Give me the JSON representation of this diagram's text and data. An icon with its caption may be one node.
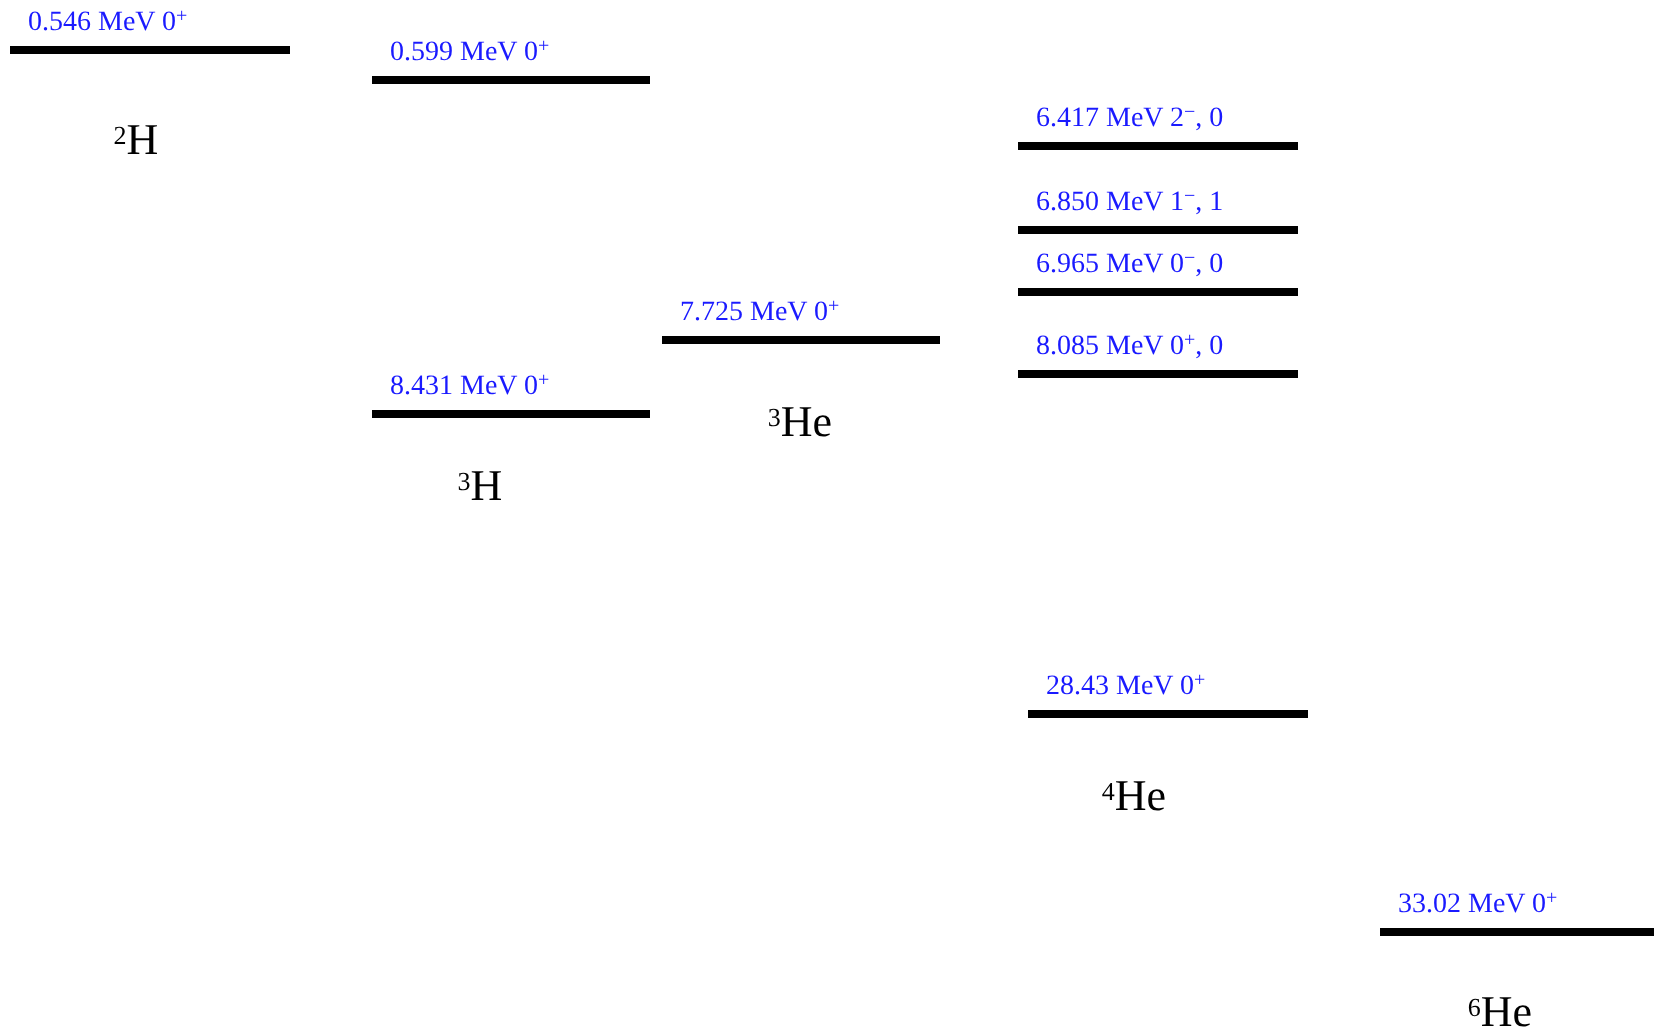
{
  "diagram": {
    "nodes": [
      {
        "text": [
          "0.546 MeV 0$^{+}$"
        ],
        "beside": [
          "$^{2}$H"
        ]
      },
      {
        "text": [
          "0.599 MeV 0$^{+}$"
        ]
      },
      {
        "text": [
          "8.431 MeV 0$^{+}$"
        ],
        "beside": [
          "$^{3}$H"
        ]
      },
      {
        "text": [
          "7.725 MeV 0$^{+}$"
        ],
        "beside": [
          "$^{3}$He"
        ]
      },
      {
        "text": [
          "6.417 MeV 2$^{−}$, 0"
        ]
      },
      {
        "text": [
          "6.850 MeV 1$^{−}$, 1"
        ]
      },
      {
        "text": [
          "6.965 MeV 0$^{−}$, 0"
        ]
      },
      {
        "text": [
          "8.085 MeV 0$^{+}$, 0"
        ]
      },
      {
        "text": [
          "28.43 MeV 0$^{+}$"
        ],
        "beside": [
          "$^{4}$He"
        ]
      },
      {
        "text": [
          "33.02 MeV 0$^{+}$"
        ],
        "beside": [
          "$^{6}$He"
        ]
      }
    ]
  }
}
